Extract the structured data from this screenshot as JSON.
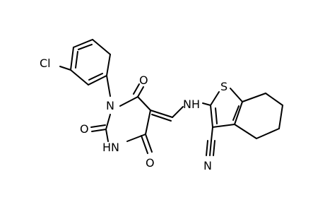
{
  "molecule": {
    "atoms": {
      "Cl": "Cl",
      "N1": "N",
      "O1": "O",
      "O2": "O",
      "O3": "O",
      "HN": "HN",
      "NH": "NH",
      "S": "S",
      "N2": "N"
    }
  }
}
